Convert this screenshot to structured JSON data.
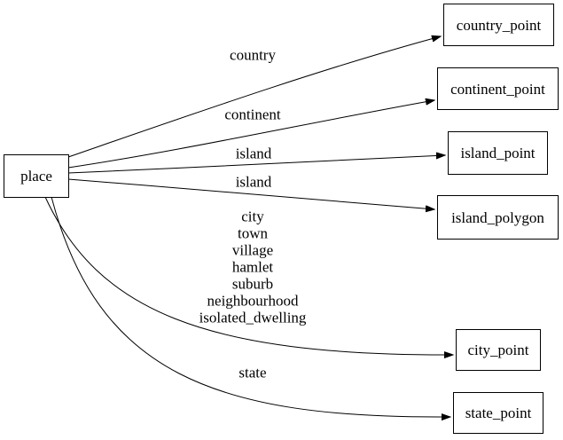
{
  "diagram": {
    "background_color": "#ffffff",
    "line_color": "#000000",
    "node_fill_color": "#ffffff",
    "node_border_color": "#000000",
    "nodes": [
      {
        "id": "place",
        "label": "place"
      },
      {
        "id": "country_point",
        "label": "country_point"
      },
      {
        "id": "continent_point",
        "label": "continent_point"
      },
      {
        "id": "island_point",
        "label": "island_point"
      },
      {
        "id": "island_polygon",
        "label": "island_polygon"
      },
      {
        "id": "city_point",
        "label": "city_point"
      },
      {
        "id": "state_point",
        "label": "state_point"
      }
    ],
    "edges": [
      {
        "from": "place",
        "to": "country_point",
        "label": "country"
      },
      {
        "from": "place",
        "to": "continent_point",
        "label": "continent"
      },
      {
        "from": "place",
        "to": "island_point",
        "label": "island"
      },
      {
        "from": "place",
        "to": "island_polygon",
        "label": "island"
      },
      {
        "from": "place",
        "to": "city_point",
        "label": "city\ntown\nvillage\nhamlet\nsuburb\nneighbourhood\nisolated_dwelling"
      },
      {
        "from": "place",
        "to": "state_point",
        "label": "state"
      }
    ]
  }
}
